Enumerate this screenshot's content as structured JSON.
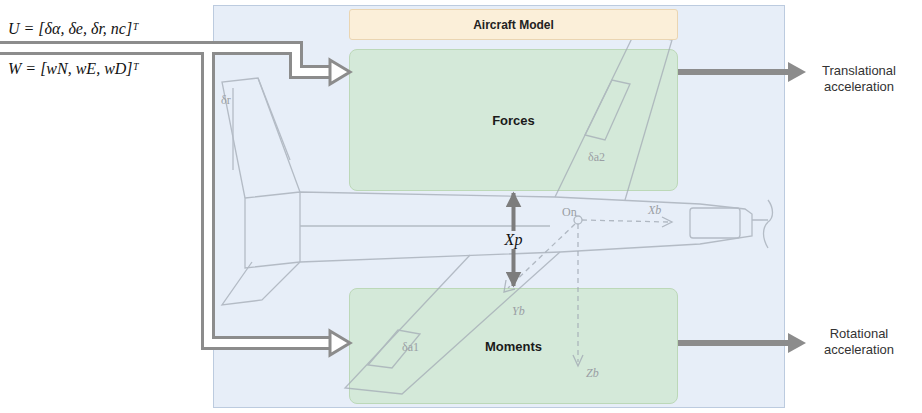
{
  "diagram": {
    "nodes": [
      {
        "text": [
          "Aircraft Model"
        ]
      },
      {
        "text": [
          "Forces"
        ],
        "in": 0
      },
      {
        "text": [
          "Moments"
        ],
        "in": 0
      }
    ],
    "edges": [
      {
        "from": 1,
        "to": 2,
        "arrow": "both",
        "label": "Xp"
      }
    ],
    "labels": [
      "U = [δα, δe, δr, nc]ᵀ",
      "W = [wN, wE, wD]ᵀ",
      "Translational acceleration",
      "Rotational acceleration",
      "δr",
      "δa2",
      "On",
      "Xb",
      "Yb",
      "Zb",
      "δa1"
    ]
  }
}
